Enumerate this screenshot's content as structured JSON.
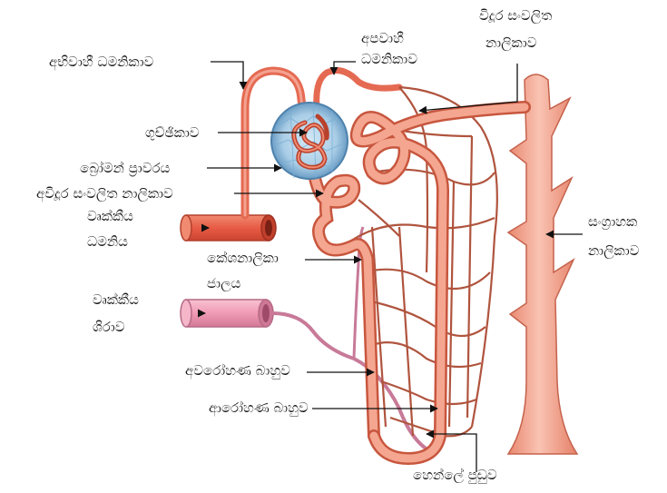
{
  "labels": {
    "afferent_arteriole": "අභිවාහී ධමනිකාව",
    "efferent_arteriole_1": "අපවාහී",
    "efferent_arteriole_2": "ධමනිකාව",
    "distal_tubule_1": "විදූර සංවලිත",
    "distal_tubule_2": "නාලිකාව",
    "glomerulus": "ගුච්ඡිකාව",
    "bowmans_capsule": "බ්‍රෝමන් ප්‍රාවරය",
    "proximal_tubule": "අවිදූර සංවලිත නාලිකාව",
    "renal_artery_1": "වෘක්කීය",
    "renal_artery_2": "ධමනිය",
    "capillary_network_1": "කේශනාලිකා",
    "capillary_network_2": "ජාලය",
    "renal_vein_1": "වෘක්කීය",
    "renal_vein_2": "ශිරාව",
    "collecting_duct_1": "සංග්‍රාහක",
    "collecting_duct_2": "නාලිකාව",
    "descending_limb": "අවරෝහණ බාහුව",
    "ascending_limb": "ආරෝහණ බාහුව",
    "loop_of_henle": "හෙන්ලේ පුඩුව"
  },
  "colors": {
    "tubule": "#f0907a",
    "tubule_dark": "#c8563e",
    "artery": "#e8604a",
    "vein": "#f2a0b8",
    "vein_dark": "#c06a88",
    "capillary": "#b0543e",
    "capsule": "#9cc4e0",
    "capsule_dark": "#5a8db5",
    "collecting_duct": "#f3a08a"
  }
}
